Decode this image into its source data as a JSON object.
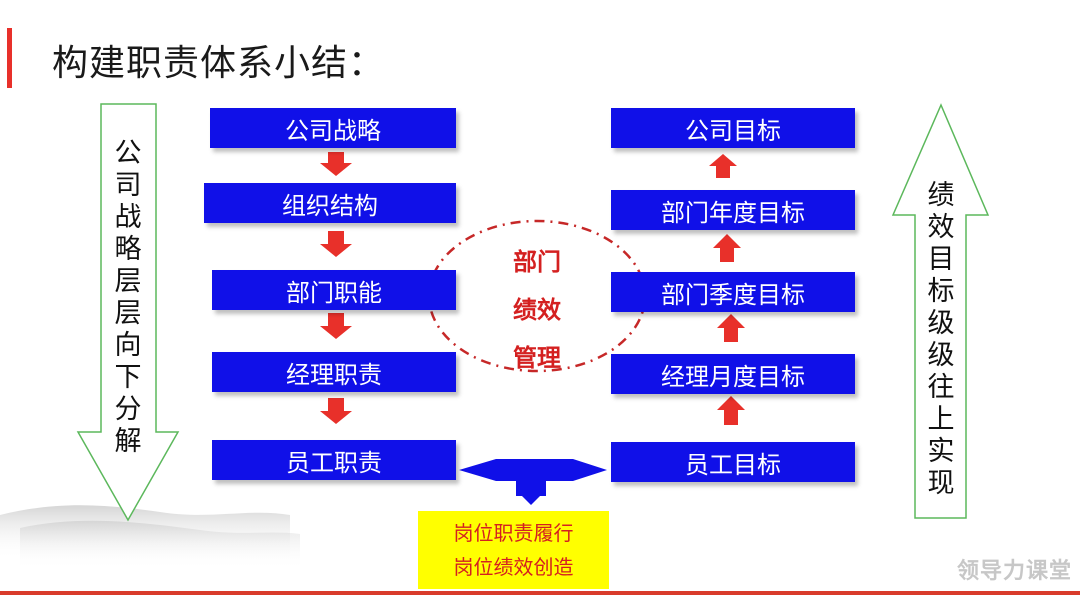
{
  "title": "构建职责体系小结：",
  "left_chain": [
    "公司战略",
    "组织结构",
    "部门职能",
    "经理职责",
    "员工职责"
  ],
  "right_chain": [
    "公司目标",
    "部门年度目标",
    "部门季度目标",
    "经理月度目标",
    "员工目标"
  ],
  "left_arrow_text": "公司战略层层向下分解",
  "right_arrow_text": "绩效目标级级往上实现",
  "center_label": [
    "部门",
    "绩效",
    "管理"
  ],
  "bottom_box": [
    "岗位职责履行",
    "岗位绩效创造"
  ],
  "watermark": "领导力课堂",
  "colors": {
    "box_blue": "#1010e8",
    "arrow_red": "#e8302a",
    "accent_red": "#e8302a",
    "highlight_yellow": "#ffff00",
    "text_red": "#d42020"
  },
  "icons": [
    "down-arrow-icon",
    "up-arrow-icon",
    "double-arrow-icon"
  ]
}
